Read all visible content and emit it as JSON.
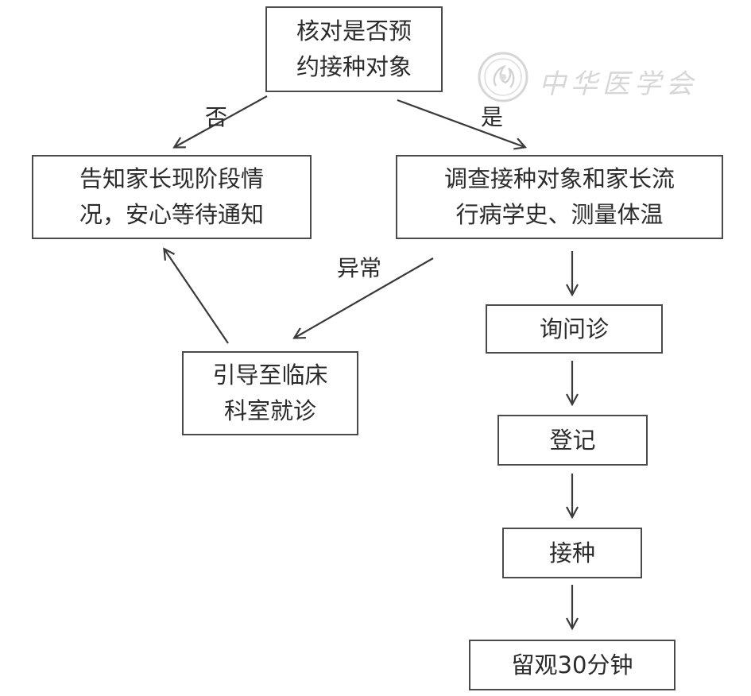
{
  "nodes": {
    "verify": "核对是否预\n约接种对象",
    "notify_parent": "告知家长现阶段情\n况，安心等待通知",
    "survey": "调查接种对象和家长流\n行病学史、测量体温",
    "inquiry": "询问诊",
    "guide_clinic": "引导至临床\n科室就诊",
    "register": "登记",
    "vaccinate": "接种",
    "observe": "留观30分钟"
  },
  "edges": {
    "no": "否",
    "yes": "是",
    "abnormal": "异常"
  },
  "watermark": {
    "text": "中华医学会"
  }
}
